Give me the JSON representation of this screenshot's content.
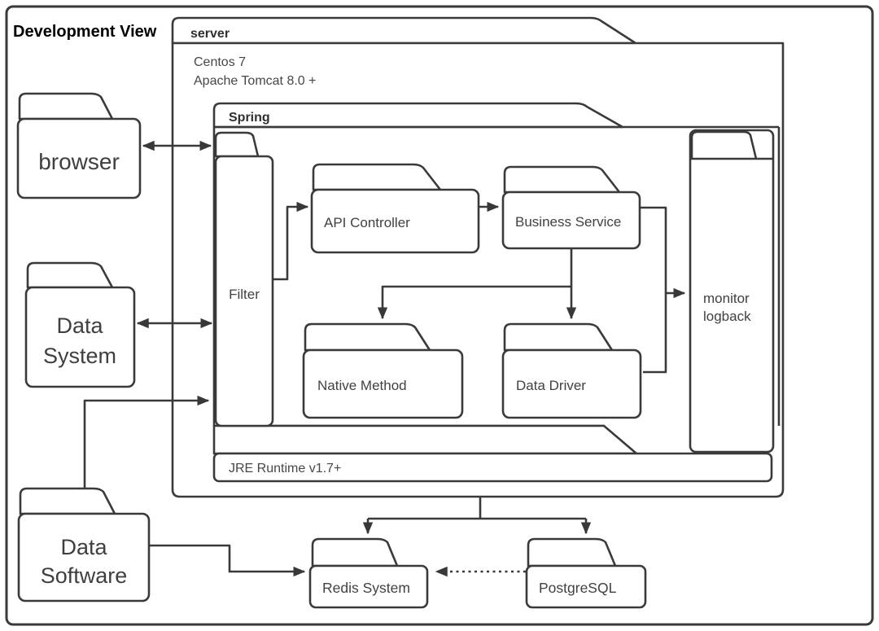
{
  "title": "Development View",
  "colors": {
    "background": "#ffffff",
    "stroke": "#3a3a3a",
    "label_text": "#414141",
    "title_text": "#000000"
  },
  "nodes": {
    "server": {
      "label": "server",
      "os": "Centos 7",
      "runtime": "Apache Tomcat 8.0 +"
    },
    "spring": {
      "label": "Spring"
    },
    "filter": {
      "label": "Filter"
    },
    "api_controller": {
      "label": "API Controller"
    },
    "business_service": {
      "label": "Business Service"
    },
    "native_method": {
      "label": "Native Method"
    },
    "data_driver": {
      "label": "Data Driver"
    },
    "monitor_logback": {
      "label_line1": "monitor",
      "label_line2": "logback"
    },
    "jre_runtime": {
      "label": "JRE Runtime v1.7+"
    },
    "browser": {
      "label": "browser"
    },
    "data_system": {
      "label_line1": "Data",
      "label_line2": "System"
    },
    "data_software": {
      "label_line1": "Data",
      "label_line2": "Software"
    },
    "redis_system": {
      "label": "Redis System"
    },
    "postgresql": {
      "label": "PostgreSQL"
    }
  },
  "edges": [
    {
      "from": "browser",
      "to": "Filter",
      "type": "solid",
      "direction": "both"
    },
    {
      "from": "Data System",
      "to": "Filter",
      "type": "solid",
      "direction": "both"
    },
    {
      "from": "Data Software",
      "to": "Filter",
      "type": "solid",
      "direction": "forward"
    },
    {
      "from": "Filter",
      "to": "API Controller",
      "type": "solid",
      "direction": "forward"
    },
    {
      "from": "API Controller",
      "to": "Business Service",
      "type": "solid",
      "direction": "forward"
    },
    {
      "from": "Business Service",
      "to": "Native Method",
      "type": "solid",
      "direction": "forward"
    },
    {
      "from": "Business Service",
      "to": "Data Driver",
      "type": "solid",
      "direction": "forward"
    },
    {
      "from": "Business Service",
      "to": "monitor logback",
      "type": "solid",
      "direction": "forward"
    },
    {
      "from": "Data Driver",
      "to": "monitor logback",
      "type": "solid",
      "direction": "forward"
    },
    {
      "from": "server",
      "to": "Redis System",
      "type": "solid",
      "direction": "forward"
    },
    {
      "from": "server",
      "to": "PostgreSQL",
      "type": "solid",
      "direction": "forward"
    },
    {
      "from": "Data Software",
      "to": "Redis System",
      "type": "solid",
      "direction": "forward"
    },
    {
      "from": "PostgreSQL",
      "to": "Redis System",
      "type": "dotted",
      "direction": "forward"
    }
  ]
}
